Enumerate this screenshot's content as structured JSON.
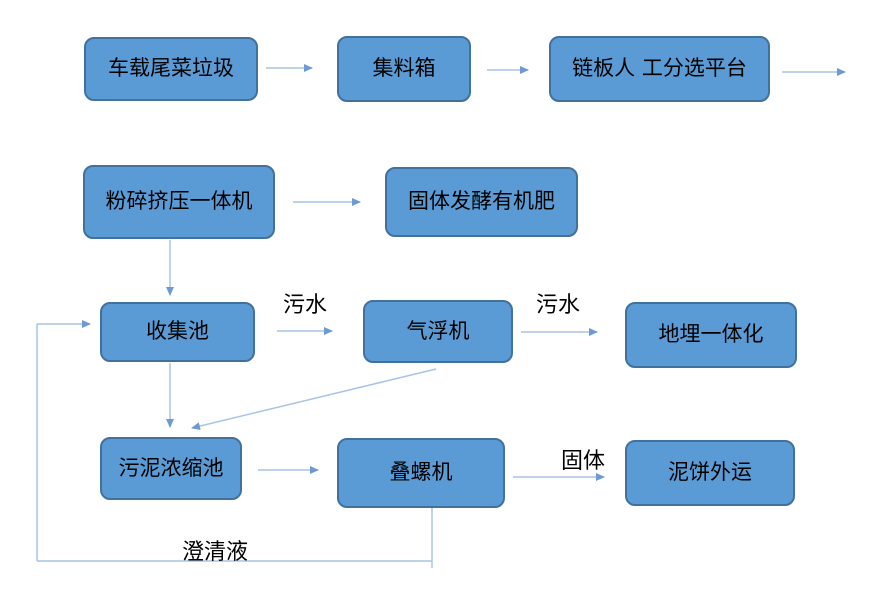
{
  "diagram": {
    "nodes": [
      {
        "id": "truck-waste",
        "label": "车载尾菜垃圾"
      },
      {
        "id": "collection-box",
        "label": "集料箱"
      },
      {
        "id": "sorting-platform",
        "label": "链板人 工分选平台"
      },
      {
        "id": "crusher-press",
        "label": "粉碎挤压一体机"
      },
      {
        "id": "solid-fertilizer",
        "label": "固体发酵有机肥"
      },
      {
        "id": "collection-pool",
        "label": "收集池"
      },
      {
        "id": "air-flotation",
        "label": "气浮机"
      },
      {
        "id": "buried-integrated",
        "label": "地埋一体化"
      },
      {
        "id": "sludge-thickening",
        "label": "污泥浓缩池"
      },
      {
        "id": "screw-press",
        "label": "叠螺机"
      },
      {
        "id": "mudcake-transport",
        "label": "泥饼外运"
      }
    ],
    "edge_labels": [
      {
        "id": "sewage-1",
        "text": "污水"
      },
      {
        "id": "sewage-2",
        "text": "污水"
      },
      {
        "id": "solid",
        "text": "固体"
      },
      {
        "id": "clarified-liquid",
        "text": "澄清液"
      }
    ],
    "colors": {
      "node_fill": "#5b9bd5",
      "node_border": "#41719c",
      "connector_line": "#a8c4e5",
      "arrowhead": "#6d9ad3",
      "text": "#000000"
    }
  }
}
